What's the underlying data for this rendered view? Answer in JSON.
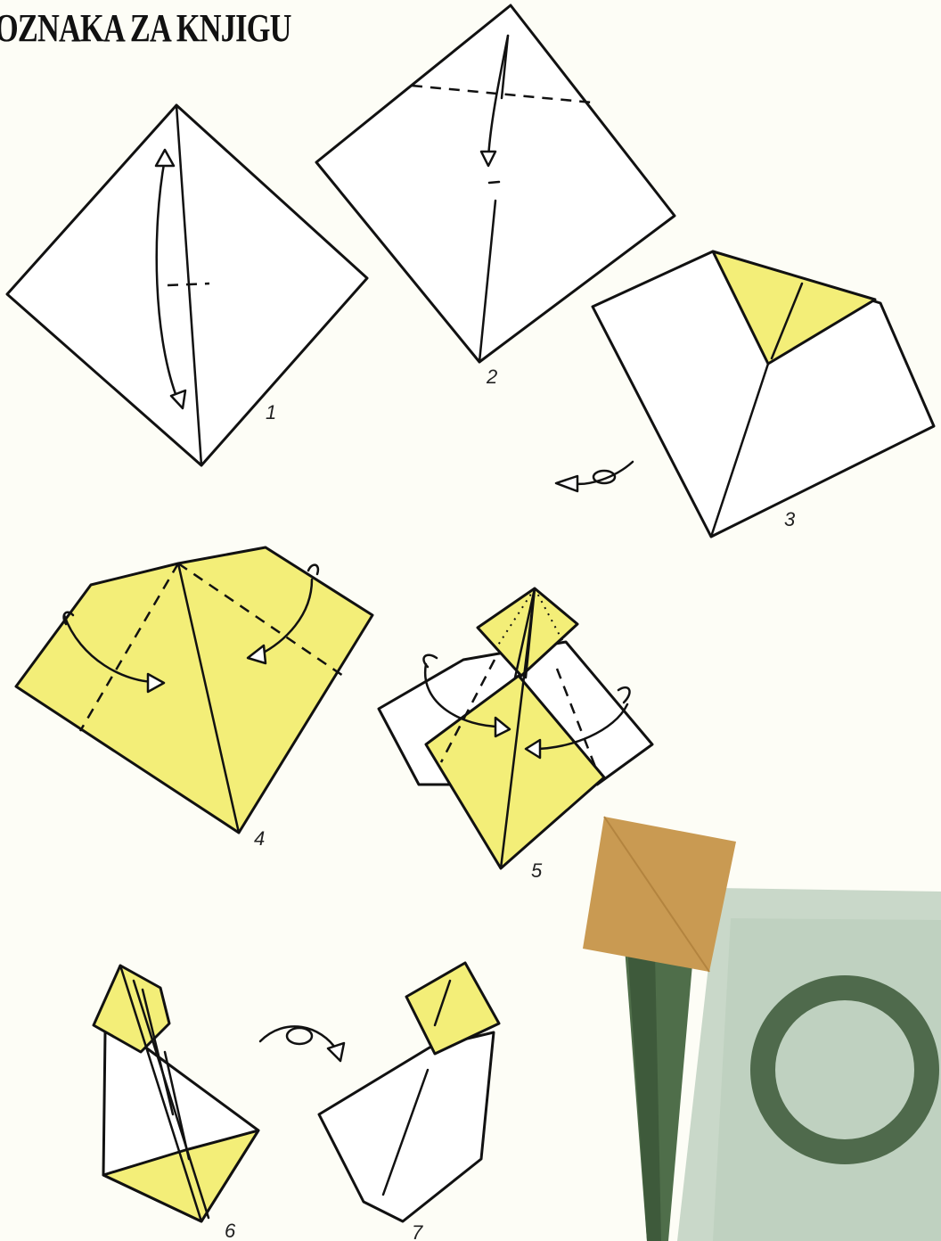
{
  "title": "OZNAKA ZA KNJIGU",
  "steps": [
    "1",
    "2",
    "3",
    "4",
    "5",
    "6",
    "7"
  ],
  "colors": {
    "paper_front": "#f3ee78",
    "paper_back": "#ffffff",
    "bookmark_top": "#c99a52",
    "bookmark_strip": "#4f6e4a",
    "book_page": "#c9d8c9",
    "ink_circle": "#4f6a4c"
  },
  "icons": [
    "fold-arrow-icon",
    "turn-over-icon"
  ]
}
